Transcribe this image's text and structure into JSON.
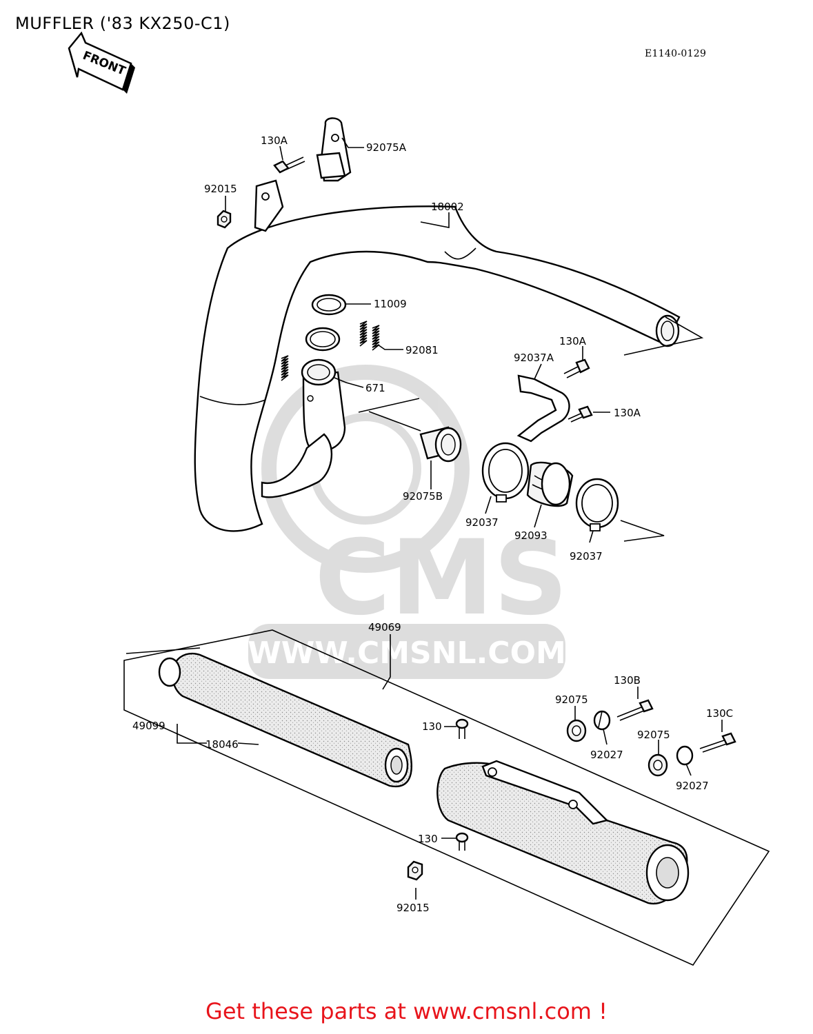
{
  "header": {
    "title": "MUFFLER ('83 KX250-C1)",
    "reference_code": "E1140-0129",
    "front_arrow_label": "FRONT"
  },
  "watermark": {
    "brand": "CMS",
    "url": "WWW.CMSNL.COM"
  },
  "footer": {
    "cta": "Get these parts at www.cmsnl.com !",
    "color": "#e8141b"
  },
  "callouts": {
    "p130A_top": "130A",
    "p92075A": "92075A",
    "p92015_top": "92015",
    "p18002": "18002",
    "p11009": "11009",
    "p92081": "92081",
    "p671": "671",
    "p130A_mid": "130A",
    "p92037A": "92037A",
    "p130A_right": "130A",
    "p92075B": "92075B",
    "p92037_left": "92037",
    "p92093": "92093",
    "p92037_right": "92037",
    "p49069": "49069",
    "p49099": "49099",
    "p18046": "18046",
    "p130_upper": "130",
    "p130_lower": "130",
    "p92015_bottom": "92015",
    "p92075_a": "92075",
    "p130B": "130B",
    "p92027_a": "92027",
    "p92075_b": "92075",
    "p130C": "130C",
    "p92027_b": "92027"
  }
}
